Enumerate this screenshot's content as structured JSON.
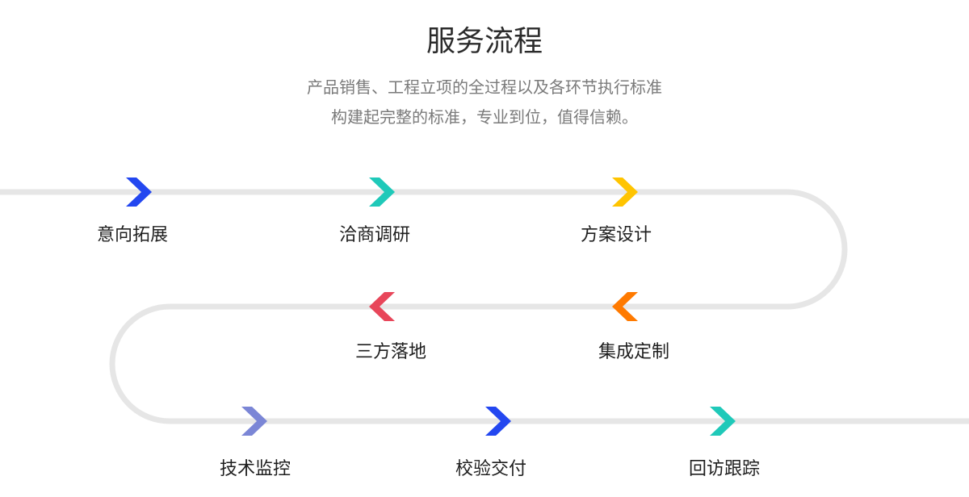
{
  "header": {
    "title": "服务流程",
    "subtitle_line1": "产品销售、工程立项的全过程以及各环节执行标准",
    "subtitle_line2": "构建起完整的标准，专业到位，值得信赖。"
  },
  "steps": [
    {
      "label": "意向拓展",
      "color": "#2347f0",
      "direction": "right"
    },
    {
      "label": "洽商调研",
      "color": "#1fc9b9",
      "direction": "right"
    },
    {
      "label": "方案设计",
      "color": "#ffc400",
      "direction": "right"
    },
    {
      "label": "集成定制",
      "color": "#ff7a00",
      "direction": "left"
    },
    {
      "label": "三方落地",
      "color": "#e8465a",
      "direction": "left"
    },
    {
      "label": "技术监控",
      "color": "#7b86d6",
      "direction": "right"
    },
    {
      "label": "校验交付",
      "color": "#2347f0",
      "direction": "right"
    },
    {
      "label": "回访跟踪",
      "color": "#1fc9b9",
      "direction": "right"
    }
  ],
  "colors": {
    "track": "#e6e6e6"
  }
}
